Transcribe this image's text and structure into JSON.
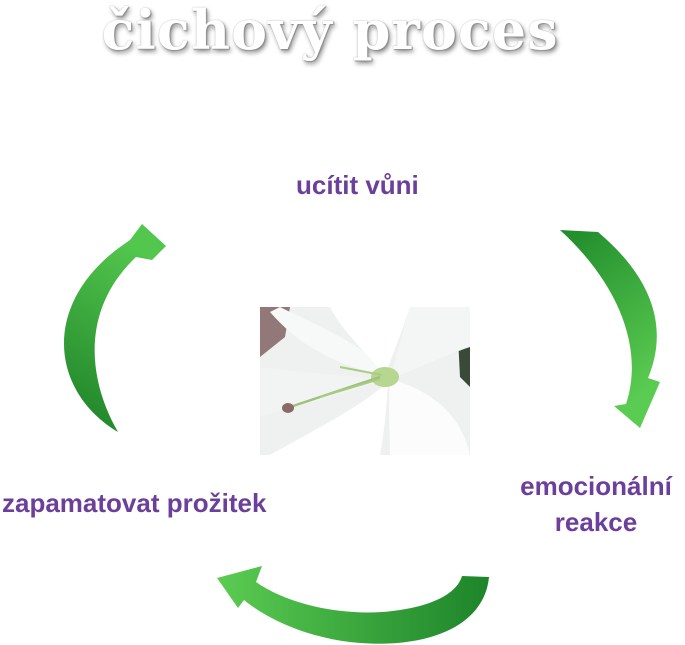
{
  "title": "čichový proces",
  "steps": {
    "smell": "ucítit vůni",
    "emotion_line1": "emocionální",
    "emotion_line2": "reakce",
    "remember": "zapamatovat prožitek"
  },
  "colors": {
    "label": "#6b3f9a",
    "arrow_dark": "#1f8a2b",
    "arrow_light": "#4cc24a"
  },
  "image": "white-lily-flower-photo"
}
